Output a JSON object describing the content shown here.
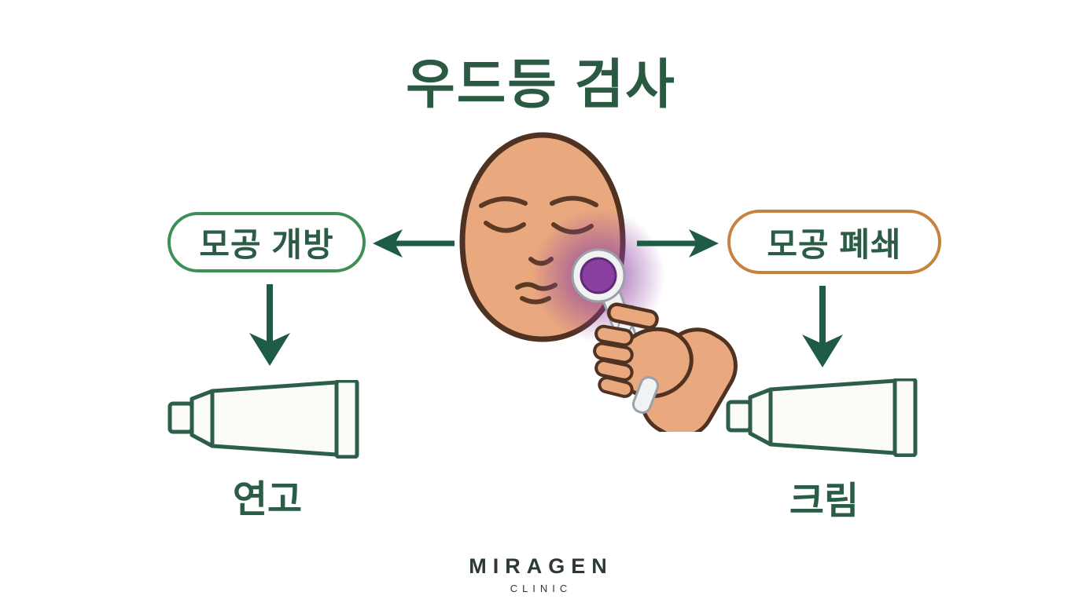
{
  "title": "우드등 검사",
  "left_branch": {
    "label": "모공 개방",
    "result": "연고"
  },
  "right_branch": {
    "label": "모공 폐쇄",
    "result": "크림"
  },
  "footer": {
    "brand": "MIRAGEN",
    "brand_sub": "CLINIC"
  },
  "icons": {
    "center": "face-with-woods-lamp",
    "left_product": "ointment-tube",
    "right_product": "cream-tube",
    "arrows": [
      "arrow-left",
      "arrow-right",
      "arrow-down-left",
      "arrow-down-right"
    ]
  },
  "colors": {
    "title_green": "#2a5a42",
    "text_green": "#2b5c46",
    "pill_green_border": "#3f8e58",
    "pill_orange_border": "#c8823f",
    "arrow_green": "#1f5c45",
    "tube_outline": "#2c5e49",
    "uv_purple": "#8b3fa0",
    "skin": "#eaa87e",
    "outline_brown": "#4f3222",
    "brand_gray": "#2d3a34",
    "bg": "#ffffff"
  }
}
